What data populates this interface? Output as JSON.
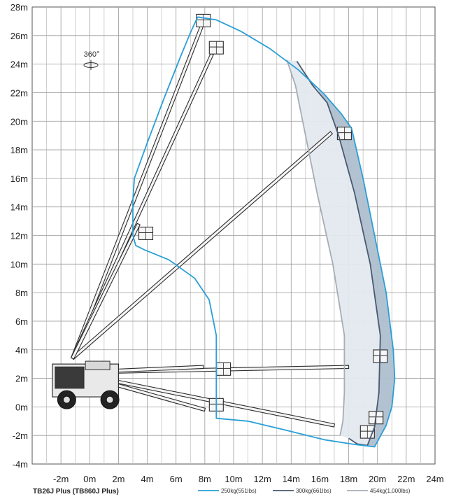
{
  "chart_data": {
    "type": "area",
    "title": "",
    "xlabel": "",
    "ylabel": "",
    "xlim": [
      -4,
      24
    ],
    "ylim": [
      -4,
      28
    ],
    "x_tick_labels": [
      "-2m",
      "0m",
      "2m",
      "4m",
      "6m",
      "8m",
      "10m",
      "12m",
      "14m",
      "16m",
      "18m",
      "20m",
      "22m",
      "24m"
    ],
    "y_tick_labels": [
      "28m",
      "26m",
      "24m",
      "22m",
      "20m",
      "18m",
      "16m",
      "14m",
      "12m",
      "10m",
      "8m",
      "6m",
      "4m",
      "2m",
      "0m",
      "-2m",
      "-4m"
    ],
    "model_label": "TB26J Plus (TB860J Plus)",
    "rotation_label": "360°",
    "grid": true,
    "legend_position": "bottom",
    "series": [
      {
        "name": "250kg(551lbs)",
        "color": "#2a9fd6",
        "points": [
          [
            7.5,
            27.3
          ],
          [
            8.8,
            27.1
          ],
          [
            10.5,
            26.3
          ],
          [
            12.5,
            25.1
          ],
          [
            14.5,
            23.6
          ],
          [
            16.3,
            21.9
          ],
          [
            17.5,
            20.5
          ],
          [
            18.2,
            19.5
          ],
          [
            19.0,
            16.0
          ],
          [
            19.8,
            12.0
          ],
          [
            20.6,
            8.0
          ],
          [
            21.1,
            4.0
          ],
          [
            21.2,
            2.0
          ],
          [
            21.0,
            0.0
          ],
          [
            20.6,
            -1.3
          ],
          [
            19.8,
            -2.8
          ],
          [
            18.2,
            -2.6
          ],
          [
            16.3,
            -2.3
          ],
          [
            13.5,
            -1.6
          ],
          [
            11.0,
            -1.0
          ],
          [
            8.8,
            -0.8
          ],
          [
            8.8,
            2.0
          ],
          [
            8.8,
            5.0
          ],
          [
            8.3,
            7.5
          ],
          [
            7.3,
            9.0
          ],
          [
            5.5,
            10.3
          ],
          [
            3.8,
            11.0
          ],
          [
            3.2,
            11.3
          ],
          [
            3.0,
            12.0
          ],
          [
            3.0,
            14.5
          ],
          [
            3.1,
            16.0
          ],
          [
            4.0,
            18.5
          ],
          [
            5.2,
            21.7
          ],
          [
            6.3,
            24.5
          ],
          [
            7.0,
            26.2
          ],
          [
            7.5,
            27.3
          ]
        ]
      },
      {
        "name": "300kg(661lbs)",
        "color": "#4a5a70",
        "points": [
          [
            14.4,
            24.2
          ],
          [
            15.5,
            22.5
          ],
          [
            16.5,
            21.3
          ],
          [
            17.3,
            19.0
          ],
          [
            18.4,
            15.0
          ],
          [
            19.5,
            10.0
          ],
          [
            20.2,
            5.0
          ],
          [
            20.1,
            1.0
          ],
          [
            19.8,
            -1.4
          ],
          [
            19.3,
            -2.7
          ],
          [
            18.6,
            -2.6
          ],
          [
            18.0,
            -2.2
          ]
        ]
      },
      {
        "name": "454kg(1,000lbs)",
        "color": "#a7adb4",
        "points": [
          [
            13.7,
            24.3
          ],
          [
            14.3,
            22.5
          ],
          [
            15.0,
            19.0
          ],
          [
            15.8,
            15.0
          ],
          [
            16.9,
            10.0
          ],
          [
            17.7,
            5.0
          ],
          [
            17.7,
            1.0
          ],
          [
            17.6,
            -1.0
          ],
          [
            17.4,
            -2.0
          ]
        ]
      }
    ],
    "zones": [
      {
        "fill": "#e3e9ef",
        "points": [
          [
            13.7,
            24.3
          ],
          [
            14.4,
            24.2
          ],
          [
            15.5,
            22.5
          ],
          [
            16.5,
            21.3
          ],
          [
            17.3,
            19.0
          ],
          [
            18.4,
            15.0
          ],
          [
            19.5,
            10.0
          ],
          [
            20.2,
            5.0
          ],
          [
            20.1,
            1.0
          ],
          [
            19.8,
            -1.4
          ],
          [
            19.3,
            -2.7
          ],
          [
            18.6,
            -2.6
          ],
          [
            18.0,
            -2.2
          ],
          [
            17.4,
            -2.0
          ],
          [
            17.6,
            -1.0
          ],
          [
            17.7,
            1.0
          ],
          [
            17.7,
            5.0
          ],
          [
            16.9,
            10.0
          ],
          [
            15.8,
            15.0
          ],
          [
            15.0,
            19.0
          ],
          [
            14.3,
            22.5
          ]
        ]
      },
      {
        "fill": "#aebfcf",
        "points": [
          [
            14.4,
            24.2
          ],
          [
            15.5,
            22.5
          ],
          [
            16.3,
            21.9
          ],
          [
            17.5,
            20.5
          ],
          [
            18.2,
            19.5
          ],
          [
            19.0,
            16.0
          ],
          [
            19.8,
            12.0
          ],
          [
            20.6,
            8.0
          ],
          [
            21.1,
            4.0
          ],
          [
            21.2,
            2.0
          ],
          [
            21.0,
            0.0
          ],
          [
            20.6,
            -1.3
          ],
          [
            19.8,
            -2.8
          ],
          [
            19.3,
            -2.7
          ],
          [
            19.8,
            -1.4
          ],
          [
            20.1,
            1.0
          ],
          [
            20.2,
            5.0
          ],
          [
            19.5,
            10.0
          ],
          [
            18.4,
            15.0
          ],
          [
            17.3,
            19.0
          ],
          [
            16.5,
            21.3
          ]
        ]
      }
    ],
    "boom_positions": [
      {
        "base": [
          -1.2,
          3.4
        ],
        "tip": [
          7.8,
          26.7
        ]
      },
      {
        "base": [
          -1.2,
          3.4
        ],
        "tip": [
          8.5,
          24.7
        ]
      },
      {
        "base": [
          -1.2,
          3.4
        ],
        "tip": [
          16.8,
          19.2
        ]
      },
      {
        "base": [
          -1.2,
          3.4
        ],
        "tip": [
          3.4,
          12.8
        ]
      },
      {
        "base": [
          -1.2,
          2.4
        ],
        "tip": [
          18.0,
          2.8
        ]
      },
      {
        "base": [
          -1.2,
          2.4
        ],
        "tip": [
          7.9,
          2.8
        ]
      },
      {
        "base": [
          -1.2,
          2.4
        ],
        "tip": [
          17.0,
          -1.3
        ]
      },
      {
        "base": [
          -1.2,
          2.4
        ],
        "tip": [
          8.0,
          -0.2
        ]
      }
    ],
    "baskets": [
      [
        7.9,
        27.0
      ],
      [
        8.8,
        25.1
      ],
      [
        17.7,
        19.1
      ],
      [
        3.9,
        12.1
      ],
      [
        20.2,
        3.5
      ],
      [
        9.3,
        2.6
      ],
      [
        19.9,
        -0.8
      ],
      [
        19.3,
        -1.8
      ],
      [
        8.8,
        0.1
      ]
    ]
  }
}
